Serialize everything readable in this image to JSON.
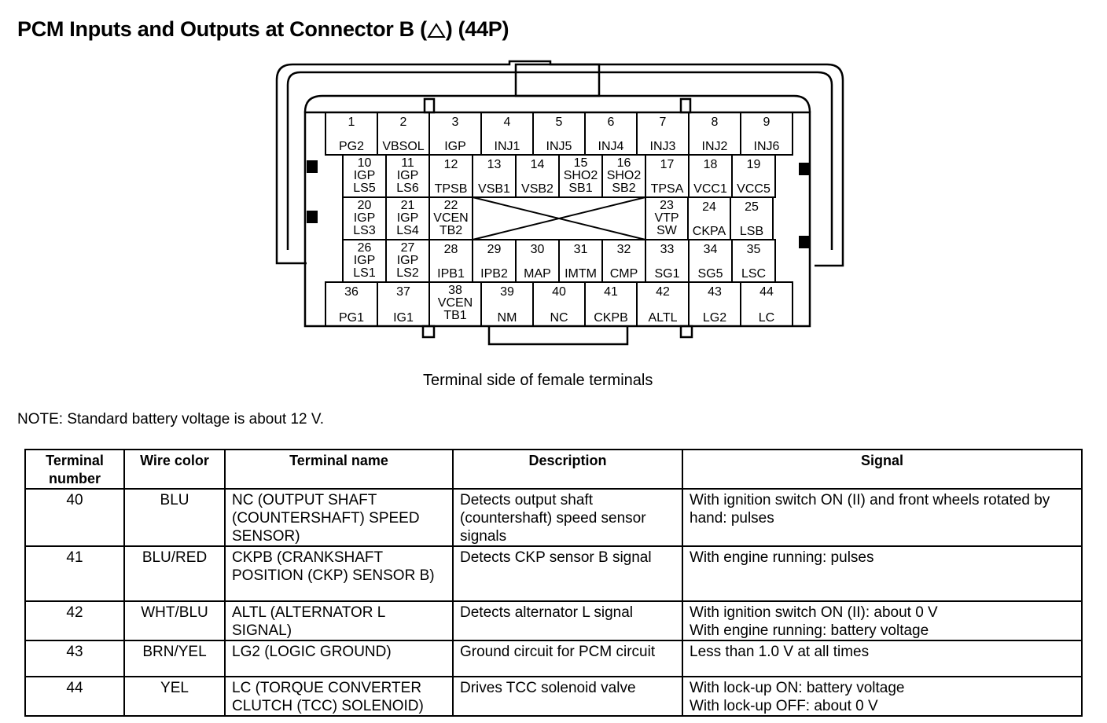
{
  "title": {
    "text": "PCM Inputs and Outputs at Connector B (",
    "symbol": "triangle-symbol",
    "suffix": ") (44P)"
  },
  "caption": "Terminal side of female terminals",
  "note": "NOTE: Standard battery voltage is about 12 V.",
  "connector": {
    "row1": [
      [
        "1",
        "PG2"
      ],
      [
        "2",
        "VBSOL"
      ],
      [
        "3",
        "IGP"
      ],
      [
        "4",
        "INJ1"
      ],
      [
        "5",
        "INJ5"
      ],
      [
        "6",
        "INJ4"
      ],
      [
        "7",
        "INJ3"
      ],
      [
        "8",
        "INJ2"
      ],
      [
        "9",
        "INJ6"
      ]
    ],
    "row2": [
      [
        "10",
        "IGP",
        "LS5"
      ],
      [
        "11",
        "IGP",
        "LS6"
      ],
      [
        "12",
        "TPSB"
      ],
      [
        "13",
        "VSB1"
      ],
      [
        "14",
        "VSB2"
      ],
      [
        "15",
        "SHO2",
        "SB1"
      ],
      [
        "16",
        "SHO2",
        "SB2"
      ],
      [
        "17",
        "TPSA"
      ],
      [
        "18",
        "VCC1"
      ],
      [
        "19",
        "VCC5"
      ]
    ],
    "row3": [
      [
        "20",
        "IGP",
        "LS3"
      ],
      [
        "21",
        "IGP",
        "LS4"
      ],
      [
        "22",
        "VCEN",
        "TB2"
      ],
      [
        "23",
        "VTP",
        "SW"
      ],
      [
        "24",
        "CKPA"
      ],
      [
        "25",
        "LSB"
      ]
    ],
    "row4": [
      [
        "26",
        "IGP",
        "LS1"
      ],
      [
        "27",
        "IGP",
        "LS2"
      ],
      [
        "28",
        "IPB1"
      ],
      [
        "29",
        "IPB2"
      ],
      [
        "30",
        "MAP"
      ],
      [
        "31",
        "IMTM"
      ],
      [
        "32",
        "CMP"
      ],
      [
        "33",
        "SG1"
      ],
      [
        "34",
        "SG5"
      ],
      [
        "35",
        "LSC"
      ]
    ],
    "row5": [
      [
        "36",
        "PG1"
      ],
      [
        "37",
        "IG1"
      ],
      [
        "38",
        "VCEN",
        "TB1"
      ],
      [
        "39",
        "NM"
      ],
      [
        "40",
        "NC"
      ],
      [
        "41",
        "CKPB"
      ],
      [
        "42",
        "ALTL"
      ],
      [
        "43",
        "LG2"
      ],
      [
        "44",
        "LC"
      ]
    ]
  },
  "table": {
    "headers": [
      "Terminal number",
      "Wire color",
      "Terminal name",
      "Description",
      "Signal"
    ],
    "rows": [
      {
        "num": "40",
        "wire": "BLU",
        "name": "NC (OUTPUT SHAFT (COUNTERSHAFT) SPEED SENSOR)",
        "desc": "Detects output shaft (countershaft) speed sensor signals",
        "signal": "With ignition switch ON (II) and front wheels rotated by hand: pulses"
      },
      {
        "num": "41",
        "wire": "BLU/RED",
        "name": "CKPB (CRANKSHAFT POSITION (CKP) SENSOR B)",
        "desc": "Detects CKP sensor B signal",
        "signal": "With engine running: pulses"
      },
      {
        "num": "42",
        "wire": "WHT/BLU",
        "name": "ALTL (ALTERNATOR L SIGNAL)",
        "desc": "Detects alternator L signal",
        "signal": "With ignition switch ON (II): about 0 V\nWith engine running: battery voltage"
      },
      {
        "num": "43",
        "wire": "BRN/YEL",
        "name": "LG2 (LOGIC GROUND)",
        "desc": "Ground circuit for PCM circuit",
        "signal": "Less than 1.0 V at all times"
      },
      {
        "num": "44",
        "wire": "YEL",
        "name": "LC (TORQUE CONVERTER CLUTCH (TCC) SOLENOID)",
        "desc": "Drives TCC solenoid valve",
        "signal": "With lock-up ON: battery voltage\nWith lock-up OFF: about 0 V"
      }
    ]
  }
}
